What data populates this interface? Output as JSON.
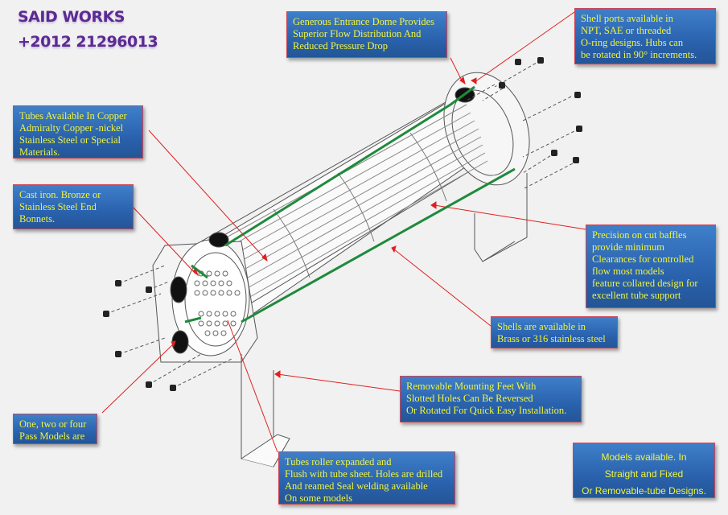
{
  "brand": {
    "name": "SAID WORKS",
    "phone": "+2012 21296013"
  },
  "callouts": [
    {
      "id": "entrance-dome",
      "lines": [
        "Generous Entrance Dome Provides",
        "Superior Flow Distribution And",
        "Reduced Pressure Drop"
      ]
    },
    {
      "id": "shell-ports",
      "lines": [
        "Shell ports available in",
        "NPT, SAE or threaded",
        "O-ring designs. Hubs can",
        "be rotated in 90° increments."
      ]
    },
    {
      "id": "tube-materials",
      "lines": [
        "Tubes Available In Copper",
        "Admiralty Copper -nickel",
        "Stainless Steel or Special",
        "Materials."
      ]
    },
    {
      "id": "bonnets",
      "lines": [
        "Cast iron. Bronze or",
        "Stainless Steel End",
        " Bonnets."
      ]
    },
    {
      "id": "baffles",
      "lines": [
        "Precision on cut baffles",
        "provide minimum",
        " Clearances for controlled",
        "flow most models",
        "feature collared design for",
        "excellent tube support"
      ]
    },
    {
      "id": "shells",
      "lines": [
        "Shells are available in",
        "Brass or 316 stainless steel"
      ]
    },
    {
      "id": "mounting-feet",
      "lines": [
        "Removable Mounting Feet With",
        "Slotted Holes Can Be Reversed",
        "Or Rotated For Quick Easy Installation."
      ]
    },
    {
      "id": "pass-models",
      "lines": [
        "One, two or four",
        "Pass Models are"
      ]
    },
    {
      "id": "tubes-roller",
      "lines": [
        "Tubes roller expanded and",
        "Flush with tube sheet. Holes are drilled",
        "And reamed Seal welding available",
        "On some models"
      ]
    },
    {
      "id": "models-available",
      "lines": [
        "Models available. In",
        "Straight and Fixed",
        "Or Removable-tube Designs."
      ]
    }
  ],
  "colors": {
    "box": "#2a62ae",
    "text": "#f0f53a",
    "brand": "#5b2a93",
    "leader": "#e02020",
    "cutaway": "#1f8a3c"
  }
}
